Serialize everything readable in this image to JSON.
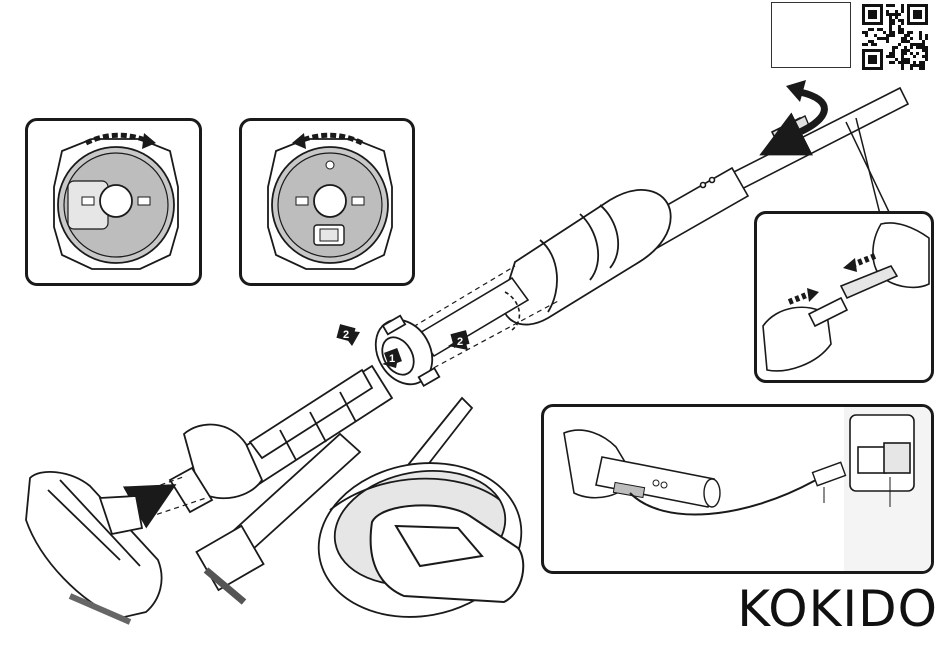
{
  "brand": {
    "name": "KOKIDO"
  },
  "step_markers": {
    "step_1": "1",
    "step_2": "2"
  },
  "colors": {
    "ink": "#1a1a1a",
    "shade": "#bdbdbd",
    "light_shade": "#e6e6e6"
  }
}
